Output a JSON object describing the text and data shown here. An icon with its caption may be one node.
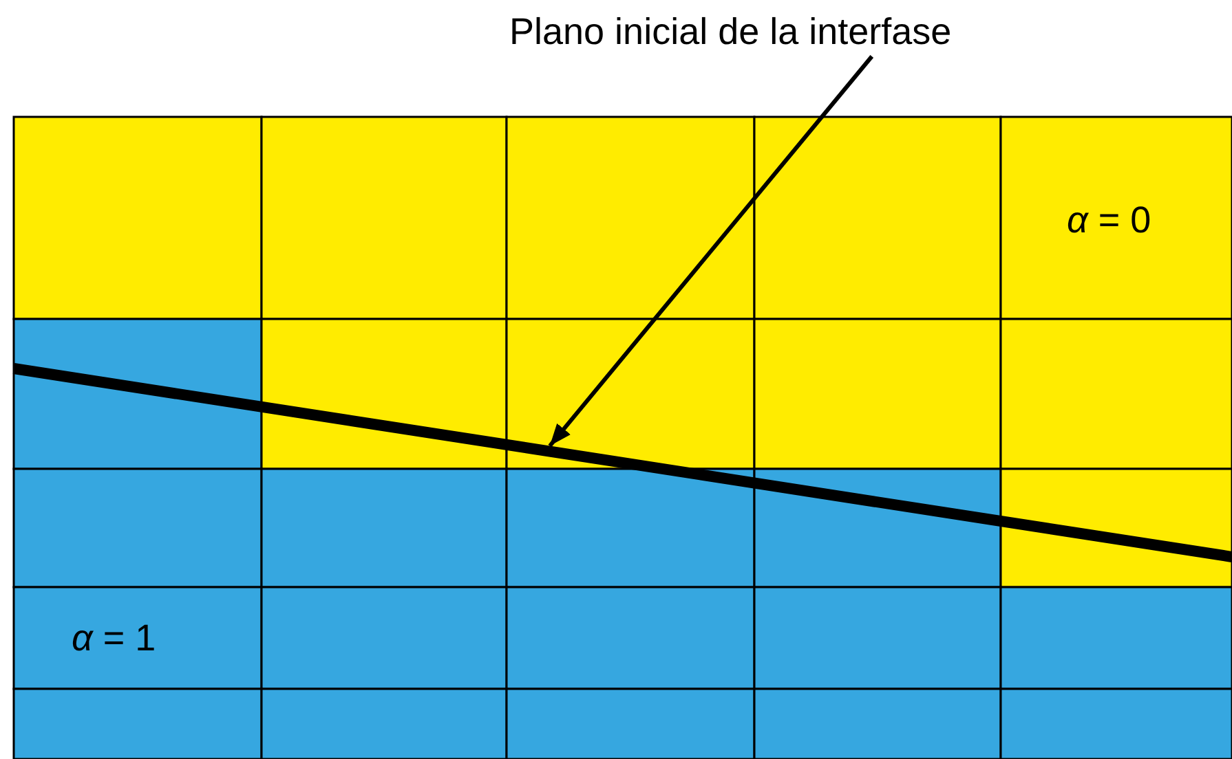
{
  "diagram": {
    "nodes": [
      {
        "text": [
          "Plano inicial de la interfase"
        ]
      },
      {
        "text": [],
        "shape": "line"
      }
    ],
    "edges": [
      {
        "from": 0,
        "to": 1,
        "arrow": "to"
      }
    ],
    "labels": [
      "*α* = 0",
      "*α* = 1"
    ]
  }
}
